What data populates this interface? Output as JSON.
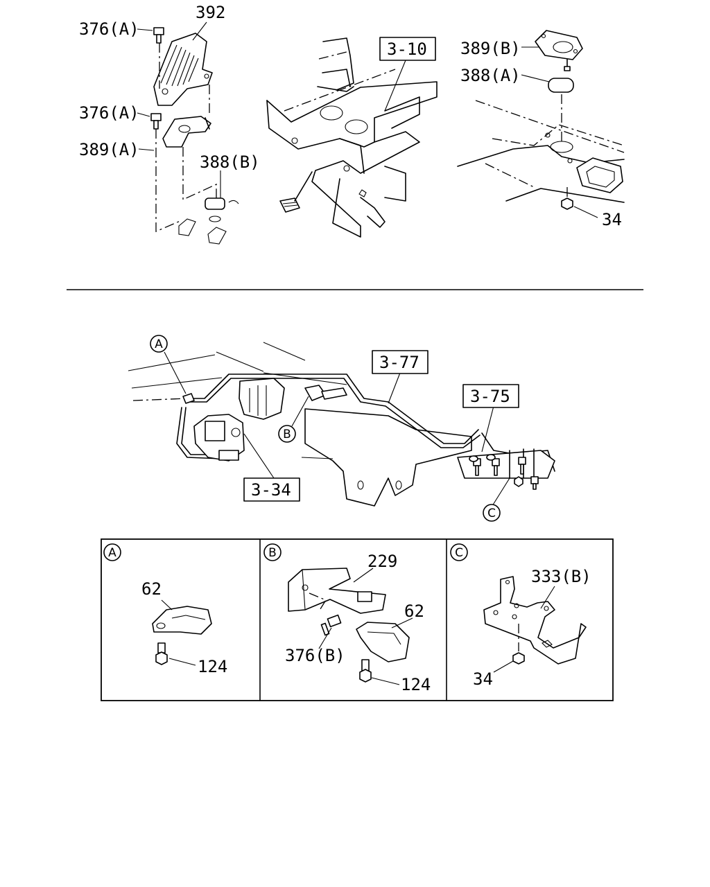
{
  "top_left": {
    "part_392": "392",
    "part_376a_upper": "376(A)",
    "part_376a_lower": "376(A)",
    "part_389a": "389(A)",
    "part_388b": "388(B)"
  },
  "top_center": {
    "ref_3_10": "3-10"
  },
  "top_right": {
    "part_389b": "389(B)",
    "part_388a": "388(A)",
    "part_34": "34"
  },
  "middle": {
    "callout_a": "A",
    "callout_b": "B",
    "callout_c": "C",
    "ref_3_77": "3-77",
    "ref_3_75": "3-75",
    "ref_3_34": "3-34"
  },
  "detail_a": {
    "letter": "A",
    "part_62": "62",
    "part_124": "124"
  },
  "detail_b": {
    "letter": "B",
    "part_229": "229",
    "part_62": "62",
    "part_376b": "376(B)",
    "part_124": "124"
  },
  "detail_c": {
    "letter": "C",
    "part_333b": "333(B)",
    "part_34": "34"
  }
}
